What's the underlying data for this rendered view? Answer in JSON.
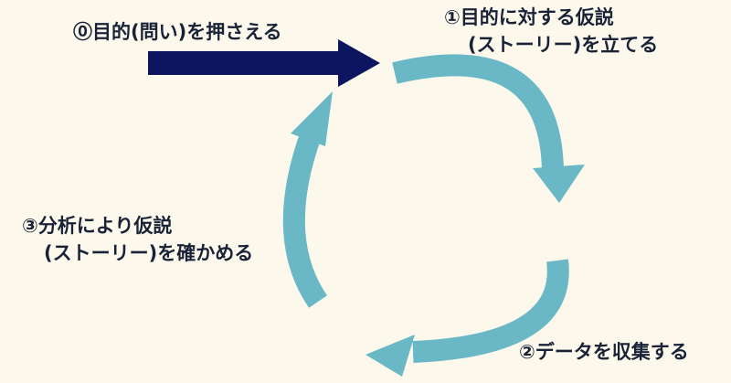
{
  "steps": {
    "step0": {
      "text": "⓪目的(問い)を押さえる"
    },
    "step1": {
      "line1": "①目的に対する仮説",
      "line2": "(ストーリー)を立てる"
    },
    "step2": {
      "text": "②データを収集する"
    },
    "step3": {
      "line1": "③分析により仮説",
      "line2": "(ストーリー)を確かめる"
    }
  },
  "colors": {
    "background": "#fcf9ec",
    "navy_arrow": "#0c1560",
    "cycle_arrow": "#6ab8c6",
    "text": "#1a2238"
  }
}
